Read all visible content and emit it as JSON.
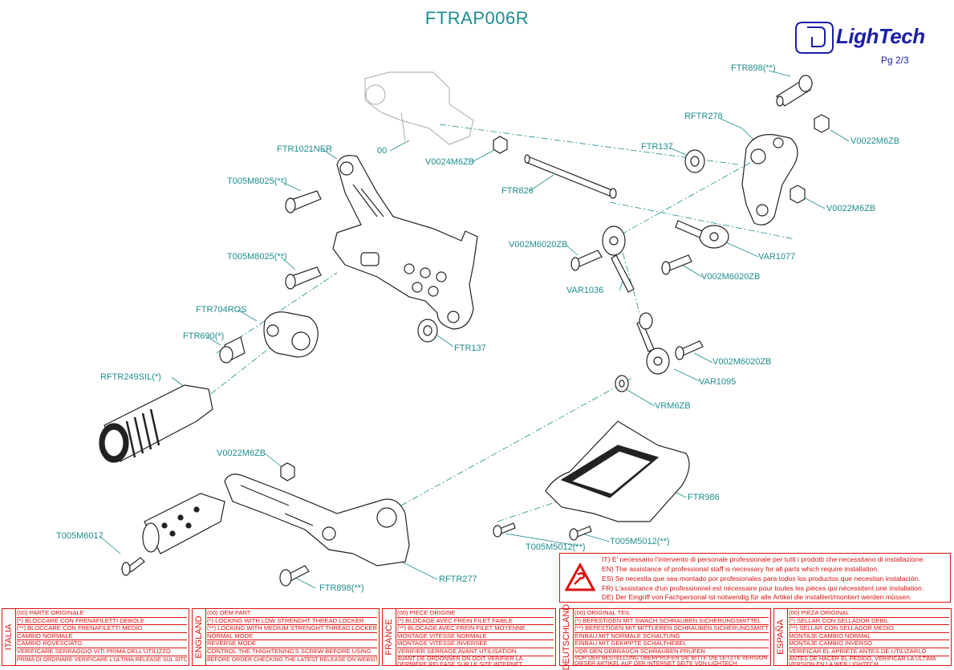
{
  "header": {
    "title": "FTRAP006R",
    "brand": "LighTech",
    "page": "Pg 2/3"
  },
  "labels": {
    "ftr898_top": "FTR898(**)",
    "rftr278": "RFTR278",
    "v0022m6zb_top": "V0022M6ZB",
    "ftr137_right": "FTR137",
    "v0022m6zb_mid": "V0022M6ZB",
    "ftr1021ner": "FTR1021NER",
    "oo": "00",
    "v0024m6zb": "V0024M6ZB",
    "ftr826": "FTR826",
    "t005m8025_a": "T005M8025(**)",
    "t005m8025_b": "T005M8025(**)",
    "v002m6020zb_a": "V002M6020ZB",
    "var1077": "VAR1077",
    "v002m6020zb_b": "V002M6020ZB",
    "var1036": "VAR1036",
    "ftr704ros": "FTR704ROS",
    "ftr690": "FTR690(*)",
    "ftr137_left": "FTR137",
    "v002m6020zb_c": "V002M6020ZB",
    "var1095": "VAR1095",
    "rftr249sil": "RFTR249SIL(*)",
    "vrm6zb": "VRM6ZB",
    "v0022m6zb_bot": "V0022M6ZB",
    "ftr986": "FTR986",
    "t005m6017": "T005M6017",
    "t005m5012_a": "T005M5012(**)",
    "t005m5012_b": "T005M5012(**)",
    "rftr277": "RFTR277",
    "ftr898_bot": "FTR898(**)"
  },
  "warning": [
    "IT)   E' necessario l'intervento di personale professionale per tutti i prodotti che necessitano di installazione.",
    "EN)   The assistance of professional staff is necessary for all parts which require installation.",
    "ES)   Se necesita que sea montado por profesionales para todos los productos que necesitan instalación.",
    "FR)   L'assistance d'un professionnel est nécessaire pour toutes les pièces qui nécessitent une installation.",
    "DE)  Der Eingriff von Fachpersonal ist notwendig  für alle Artikel die installiert/montiert werden müssen."
  ],
  "legend": [
    {
      "lang": "ITALIA",
      "lines": [
        "(00) PARTE ORIGINALE",
        "(*)   BLOCCARE CON FRENAFILETTI DEBOLE",
        "(**)  BLOCCARE CON FRENAFILETTI MEDIO",
        "CAMBIO NORMALE",
        "CAMBIO ROVESCIATO",
        "VERIFICARE SERRAGGIO VITI PRIMA DELL'UTILIZZO",
        "PRIMA DI ORDINARE VERIFICARE L'ULTIMA RELEASE SUL SITO"
      ]
    },
    {
      "lang": "ENGLAND",
      "lines": [
        "(00) OEM PART",
        "(*)   LOCKING WITH LOW STRENGHT THREAD LOCKER",
        "(**)  LOCKING WITH MEDIUM STRENGHT THREAD LOCKER",
        "NORMAL MODE",
        "REVERSE MODE",
        "CONTROL THE THIGHTENING'S SCREW BEFORE USING",
        "BEFORE ORDER CHECKING THE LATEST RELEASE ON WEBSITE"
      ]
    },
    {
      "lang": "FRANCE",
      "lines": [
        "(00) PIECE ORIGINE",
        "(*)   BLOCAGE AVEC FREIN FILET FAIBLE",
        "(**)  BLOCAGE AVEC FREIN FILET MOYENNE",
        "MONTAGE VITESSE NORMALE",
        "MONTAGE VITESSE INVERSEE",
        "VERIFIER SERRAGE AVANT UTILISATION",
        "AVANT DE ORDONNER ON DOIT VÉRIFIER LA DERNIÈRE RELEASE SUR LE SITE INTERNET"
      ]
    },
    {
      "lang": "DEUTSCHLAND",
      "lines": [
        "(00) ORIGINAL TEIL",
        "(*)   BEFESTIGEN MIT SWACH SCHRAUBEN SICHERUNGSMITTEL",
        "(**)  BEFESTIGEN MIT MITTLEREN SCHRAUBEN SICHERUNGSMITTEL",
        "EINBAU MIT NORMALE SCHALTUNG",
        "EINBAU MIT GEKIPPTE SCHALTHEBEL",
        "VOR DEN GEBRAUCH SCHRAUBEN PRUFEN",
        "VOR DER BESTELLUNG ÜBERPRÜFEN SIE BITTE DIE LETZTE VERSION DIESER ARTIKEL AUF DER INTERNET SEITE VON LIGHTECH"
      ]
    },
    {
      "lang": "ESPAÑA",
      "lines": [
        "(00) PIEZA ORIGINAL",
        "(*)   SELLAR CON SELLADOR DEBIL",
        "(**)  SELLAR CON SELLADOR MEDIO",
        "MONTAJE  CAMBIO NORMAL",
        "MONTAJE CAMBIO INVERSO",
        "VERIFICAR EL APRIETE ANTES DE UTILIZARLO",
        "ANTES DE HACER EL PEDIDO, VERIFICAR LA ULTIMA VERSION EN LA WEB LIGHTECH"
      ]
    }
  ],
  "colors": {
    "label": "#1f8d8d",
    "legend": "#dd1111",
    "brand": "#1b1fa8",
    "line": "#222222"
  }
}
